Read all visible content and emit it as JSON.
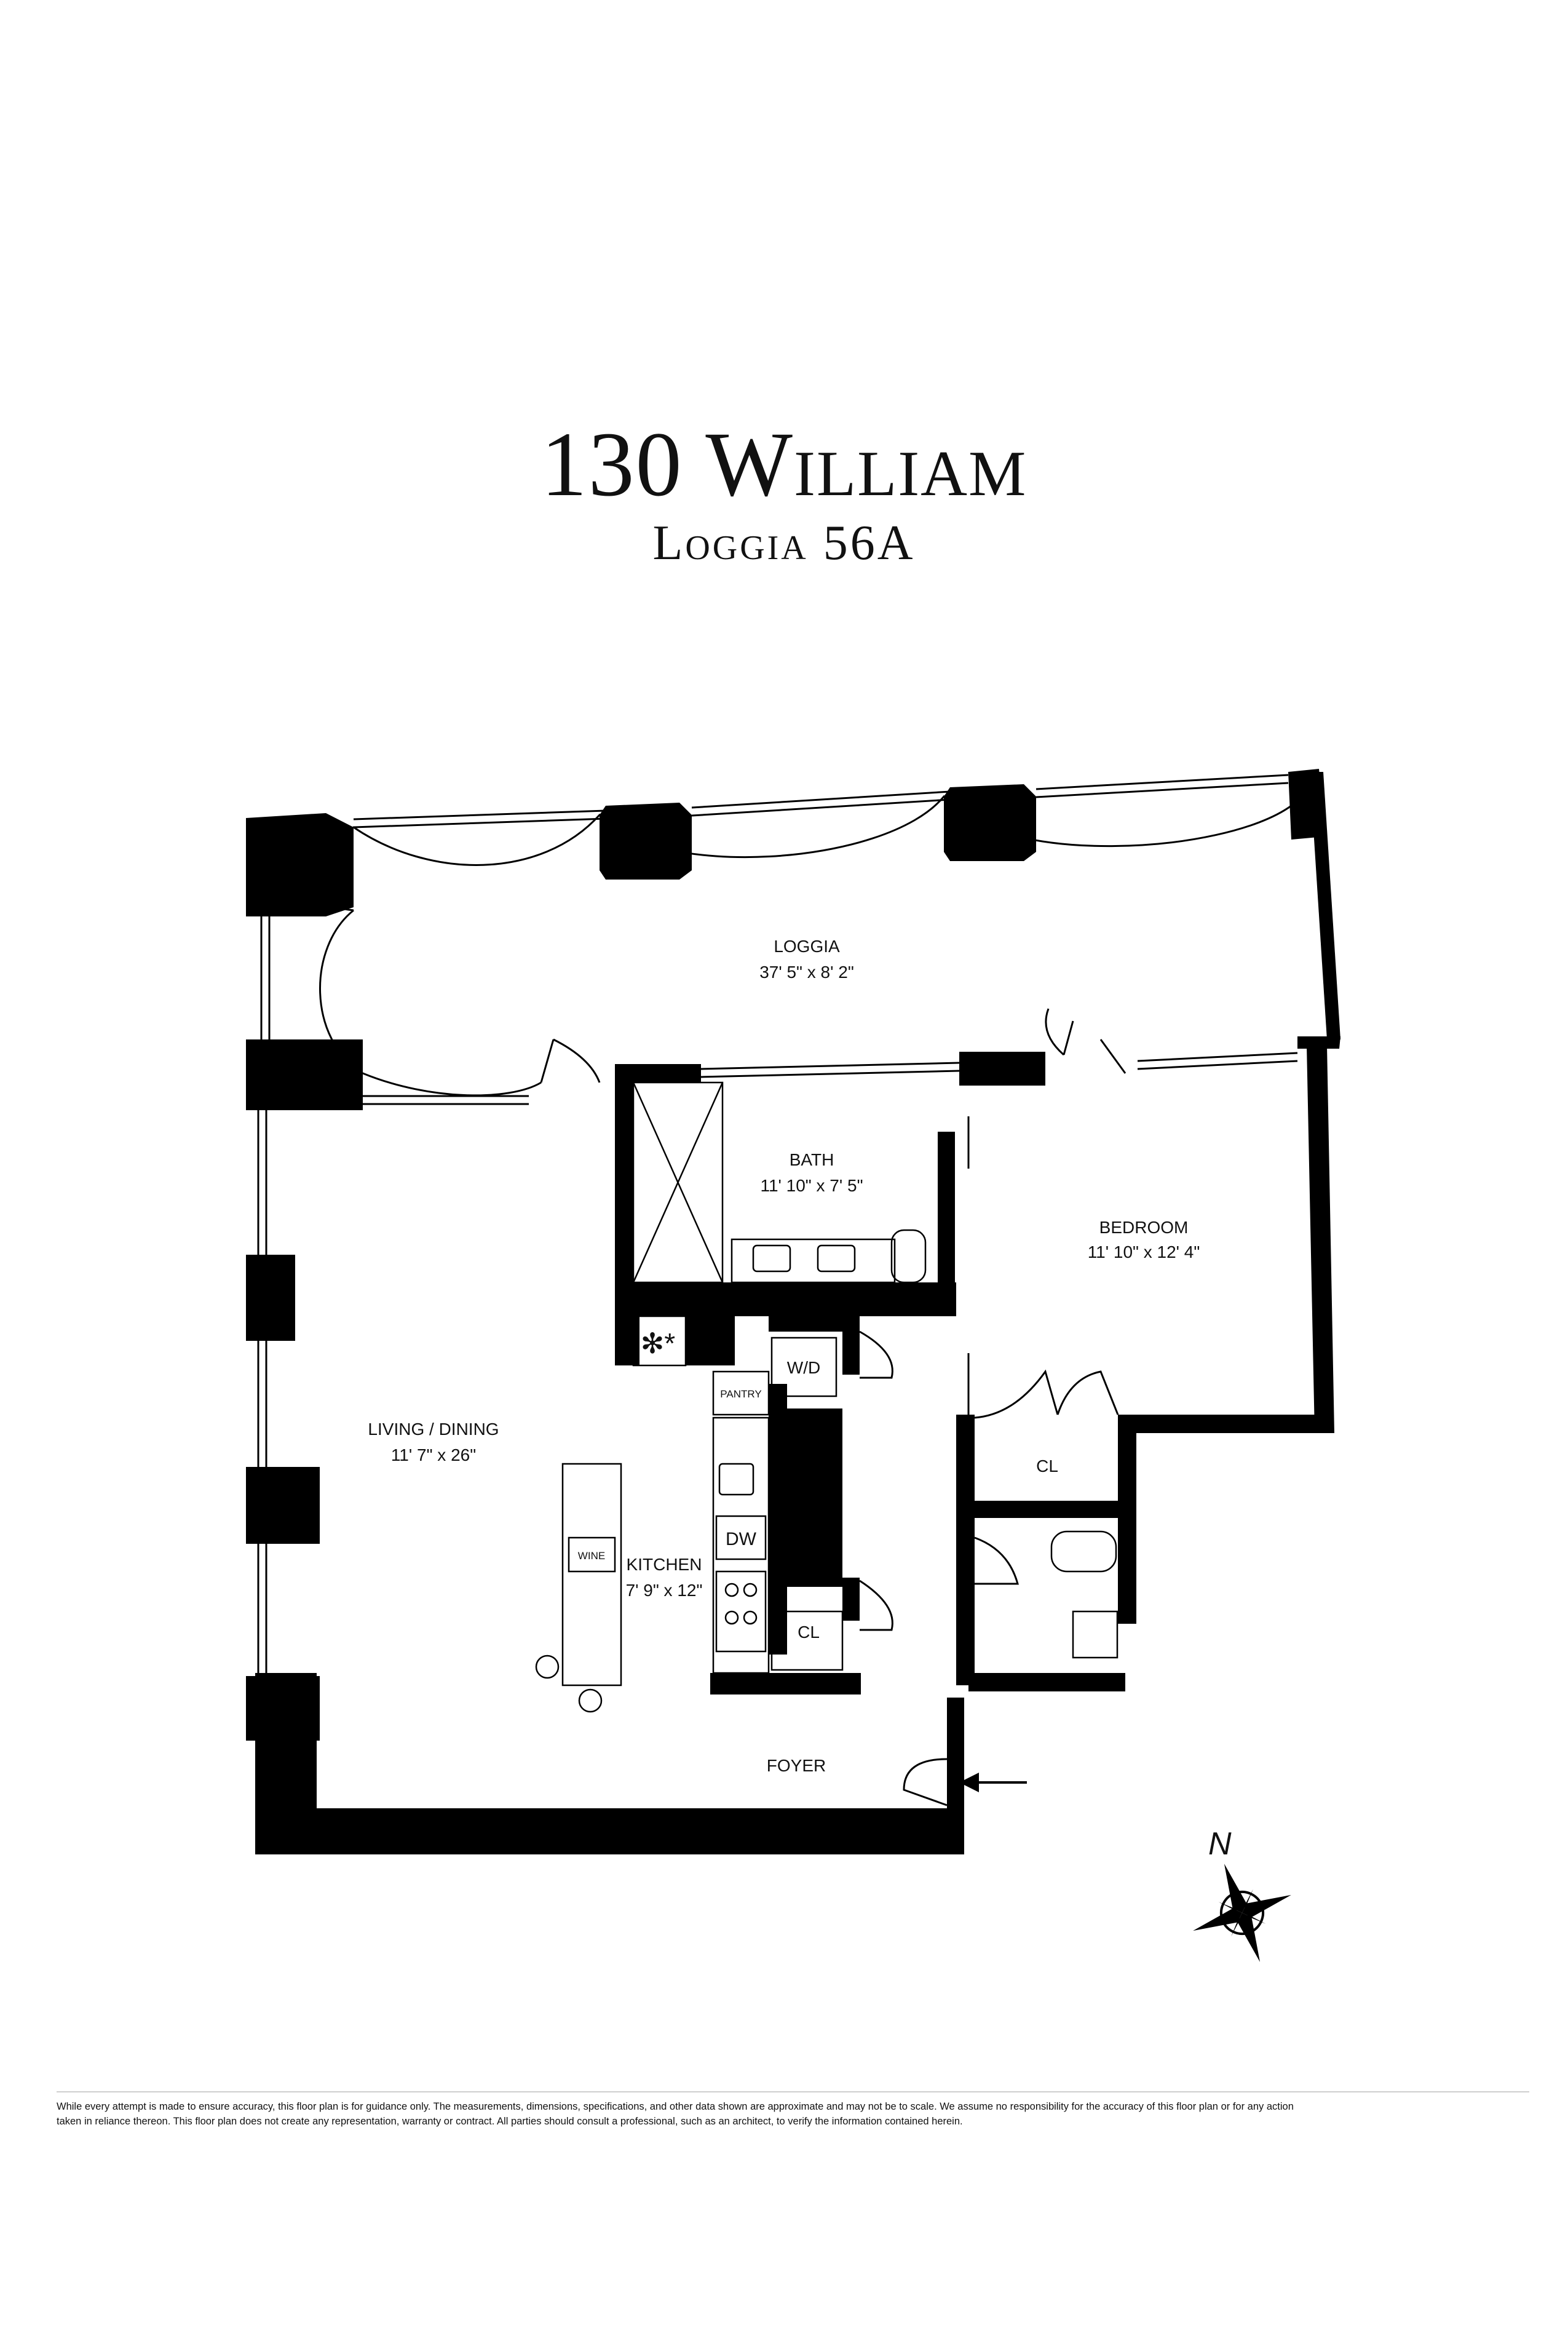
{
  "header": {
    "title": "130 William",
    "subtitle": "Loggia 56A"
  },
  "rooms": {
    "loggia": {
      "name": "LOGGIA",
      "dims": "37' 5\" x 8' 2\""
    },
    "bath": {
      "name": "BATH",
      "dims": "11' 10\" x 7' 5\""
    },
    "bedroom": {
      "name": "BEDROOM",
      "dims": "11' 10\" x 12' 4\""
    },
    "living": {
      "name": "LIVING / DINING",
      "dims": "11' 7\" x 26\""
    },
    "kitchen": {
      "name": "KITCHEN",
      "dims": "7' 9\" x 12\""
    },
    "foyer": {
      "name": "FOYER"
    }
  },
  "fixtures": {
    "wd": "W/D",
    "pantry": "PANTRY",
    "dw": "DW",
    "wine": "WINE",
    "closet_hall": "CL",
    "closet_kitchen": "CL"
  },
  "compass": {
    "letter": "N"
  },
  "disclaimer": {
    "line1": "While every attempt is made to ensure accuracy, this floor plan is for guidance only. The measurements, dimensions, specifications, and other data shown are approximate and may not be to scale.  We assume no responsibility for the accuracy of this floor plan or for any action",
    "line2": "taken in reliance thereon. This floor plan does not create any representation, warranty or contract. All parties should consult a professional, such as an architect, to verify the information contained herein."
  },
  "colors": {
    "wall": "#000000",
    "background": "#ffffff",
    "rule": "#cfcfcf"
  }
}
